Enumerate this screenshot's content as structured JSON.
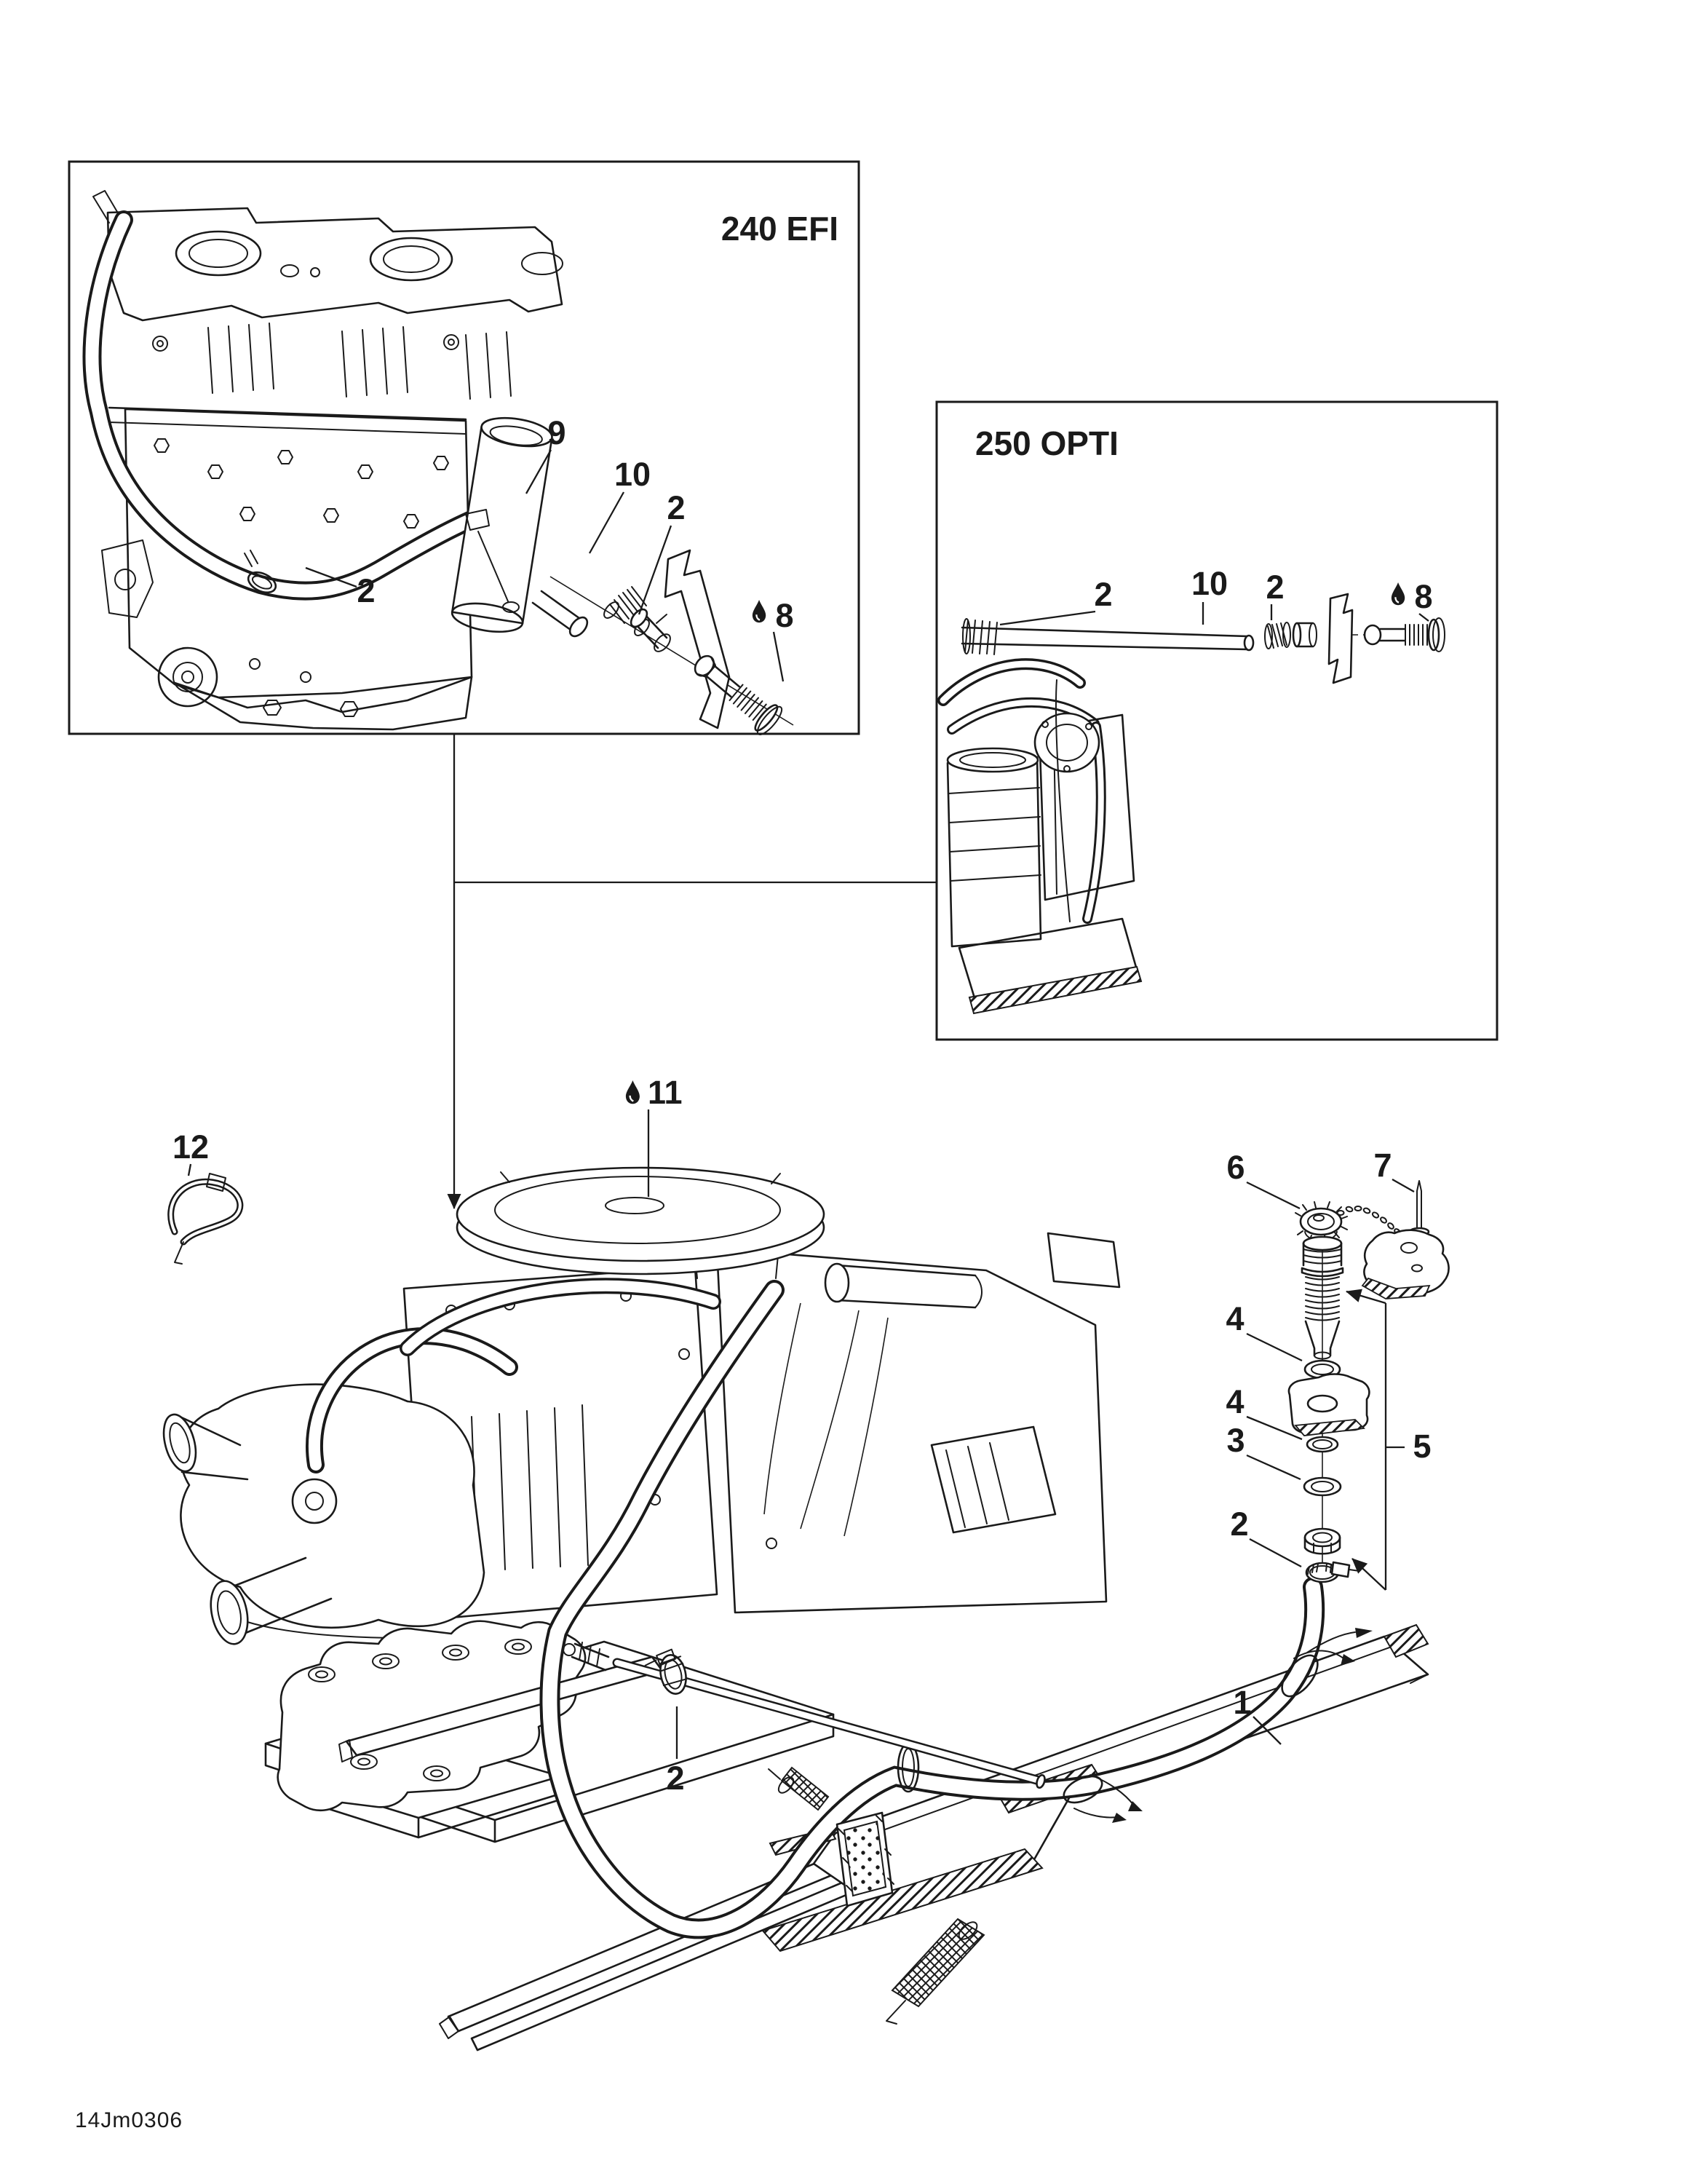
{
  "page": {
    "background": "#ffffff",
    "ink_color": "#1a1a1a",
    "drawing_code": "14Jm0306"
  },
  "symbols": {
    "oil_drop": "oil-droplet-lubricate-symbol"
  },
  "inset_240efi": {
    "title": "240 EFI",
    "callouts": {
      "hose_clamp": "2",
      "support_pipe": "9",
      "drain_tube": "10",
      "spring": "2",
      "bleed_screw": "8"
    }
  },
  "inset_250opti": {
    "title": "250 OPTI",
    "callouts": {
      "engine_clamp": "2",
      "drain_tube": "10",
      "spring": "2",
      "bleed_screw": "8"
    }
  },
  "main_view": {
    "callouts": {
      "oil_fill": "11",
      "cable_tie": "12",
      "tube_clamp": "2",
      "flush_cap": "6",
      "cap_pin": "7",
      "washer_upper": "4",
      "washer_lower": "4",
      "washer_flat": "3",
      "ring_nut": "2",
      "adapter_assembly": "5",
      "drain_hose": "1"
    }
  }
}
